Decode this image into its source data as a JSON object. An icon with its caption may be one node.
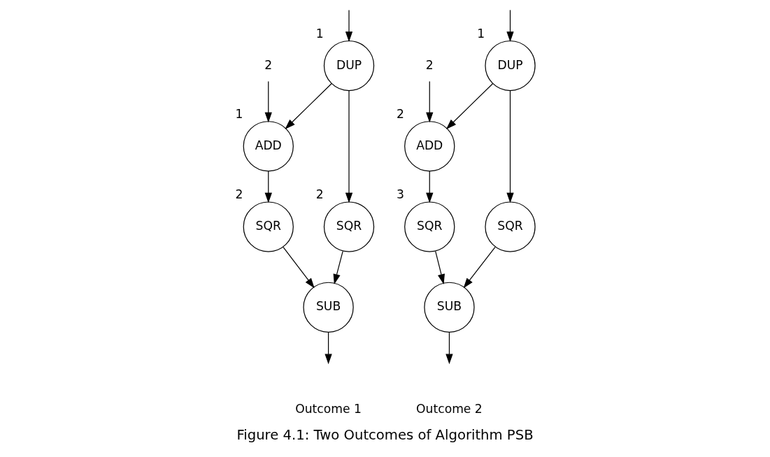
{
  "diagram": {
    "caption": "Figure 4.1: Two Outcomes of Algorithm PSB",
    "nodes": [
      {
        "text": [
          "DUP"
        ],
        "beside": [
          "1"
        ]
      },
      {
        "text": [
          "SQR"
        ],
        "beside": [
          "2"
        ]
      },
      {
        "text": [
          "ADD"
        ],
        "beside": [
          "1"
        ]
      },
      {
        "text": [
          "2"
        ]
      },
      {
        "text": [
          "SQR"
        ],
        "beside": [
          "2"
        ]
      },
      {
        "text": [
          "SUB"
        ]
      },
      {
        "text": [
          "DUP"
        ],
        "beside": [
          "1"
        ]
      },
      {
        "text": [
          "SQR"
        ]
      },
      {
        "text": [
          "ADD"
        ],
        "beside": [
          "2"
        ]
      },
      {
        "text": [
          "2"
        ]
      },
      {
        "text": [
          "SQR"
        ],
        "beside": [
          "3"
        ]
      },
      {
        "text": [
          "SUB"
        ]
      }
    ],
    "edges": [
      {
        "from": null,
        "to": 0,
        "arrow": "to"
      },
      {
        "from": 0,
        "to": 1,
        "arrow": "to"
      },
      {
        "from": 0,
        "to": 2,
        "arrow": "to"
      },
      {
        "from": 3,
        "to": 2,
        "arrow": "to"
      },
      {
        "from": 2,
        "to": 4,
        "arrow": "to"
      },
      {
        "from": 1,
        "to": 5,
        "arrow": "to"
      },
      {
        "from": 4,
        "to": 5,
        "arrow": "to"
      },
      {
        "from": 5,
        "to": null,
        "arrow": "to"
      },
      {
        "from": null,
        "to": 6,
        "arrow": "to"
      },
      {
        "from": 6,
        "to": 7,
        "arrow": "to"
      },
      {
        "from": 6,
        "to": 8,
        "arrow": "to"
      },
      {
        "from": 9,
        "to": 8,
        "arrow": "to"
      },
      {
        "from": 8,
        "to": 10,
        "arrow": "to"
      },
      {
        "from": 7,
        "to": 11,
        "arrow": "to"
      },
      {
        "from": 10,
        "to": 11,
        "arrow": "to"
      },
      {
        "from": 11,
        "to": null,
        "arrow": "to"
      }
    ],
    "labels": [
      "Outcome 1",
      "Outcome 2"
    ]
  }
}
